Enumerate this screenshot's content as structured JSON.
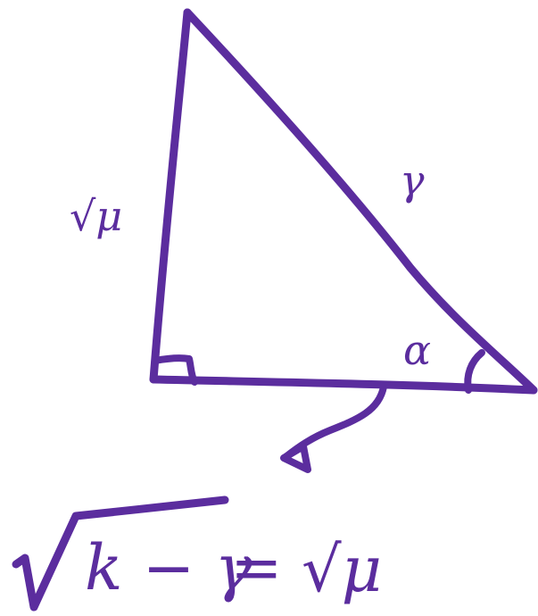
{
  "diagram": {
    "ink_color": "#5b2d9e",
    "background": "#ffffff",
    "labels": {
      "vertical_side": "√μ",
      "hypotenuse": "γ",
      "angle": "α"
    },
    "equation": {
      "radicand": "k − γ",
      "equals": "=",
      "right_side": "√μ"
    }
  }
}
